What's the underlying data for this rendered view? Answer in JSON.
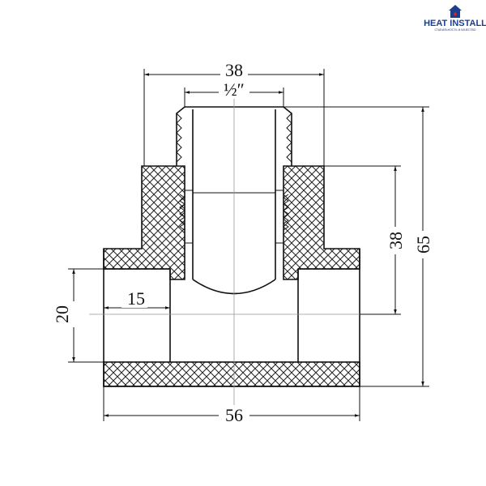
{
  "brand": {
    "name": "HEAT INSTALL",
    "tagline": "СТАБИЛЬНОСТЬ И КАЧЕСТВО",
    "primary_color": "#1c3f8c",
    "accent_color": "#d9262b"
  },
  "dimensions": {
    "top_width": "38",
    "thread_size": "½″",
    "side_height": "38",
    "total_height": "65",
    "inner_depth": "15",
    "inlet_diameter": "20",
    "total_length": "56"
  }
}
